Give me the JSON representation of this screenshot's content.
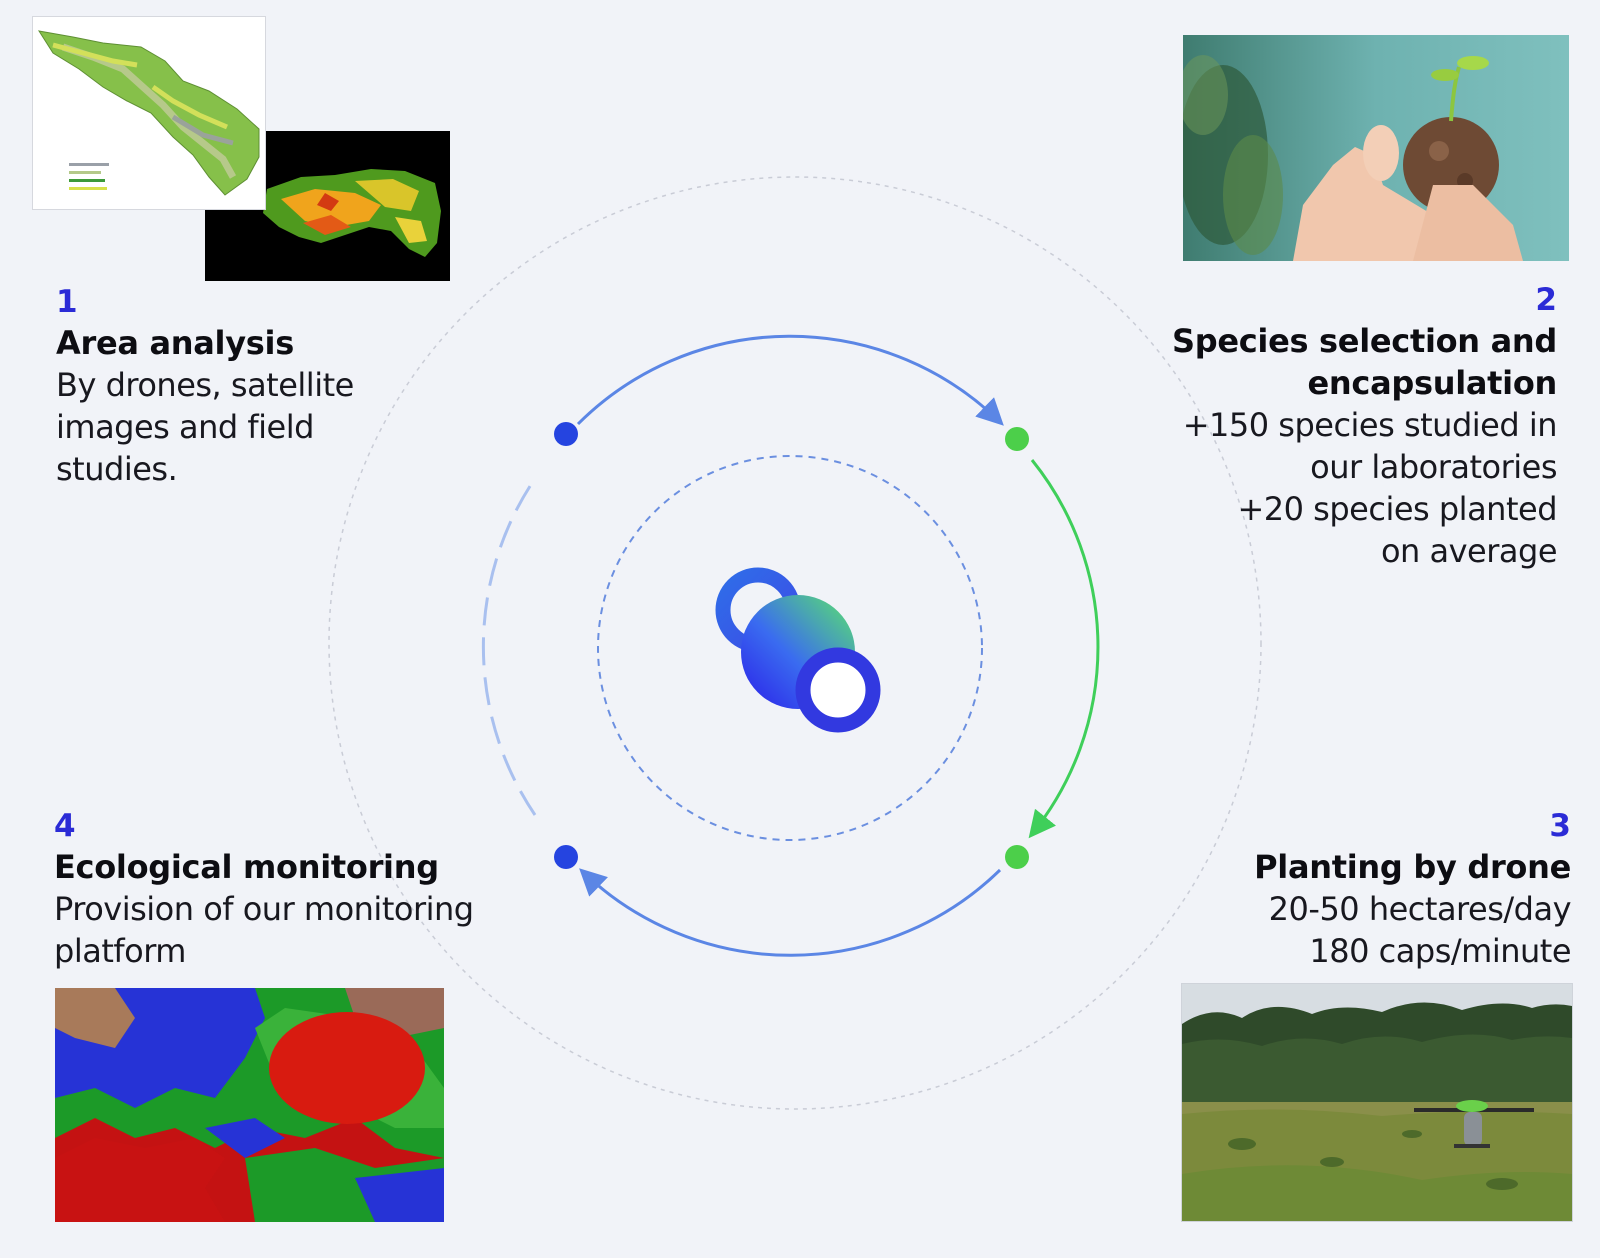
{
  "steps": [
    {
      "number": "1",
      "title": "Area analysis",
      "lines": [
        "By drones, satellite",
        "images and field",
        "studies."
      ]
    },
    {
      "number": "2",
      "title_lines": [
        "Species selection and",
        "encapsulation"
      ],
      "lines": [
        "+150 species studied in",
        "our laboratories",
        "+20 species planted",
        "on average"
      ]
    },
    {
      "number": "3",
      "title": "Planting by drone",
      "lines": [
        "20-50 hectares/day",
        "180 caps/minute"
      ]
    },
    {
      "number": "4",
      "title": "Ecological monitoring",
      "lines": [
        "Provision of our monitoring",
        "platform"
      ]
    }
  ],
  "colors": {
    "background": "#f1f3f8",
    "accent_blue": "#2b2bd6",
    "arrow_blue": "#5b86e5",
    "arrow_green": "#3fcf5a",
    "node_blue": "#2544e0",
    "node_green": "#4ccf4a"
  },
  "images": {
    "area_map": "map-image",
    "area_satellite": "satellite-image",
    "seed_capsule": "seed-capsule-photo",
    "drone_field": "drone-field-photo",
    "monitoring_map": "monitoring-map-image"
  }
}
